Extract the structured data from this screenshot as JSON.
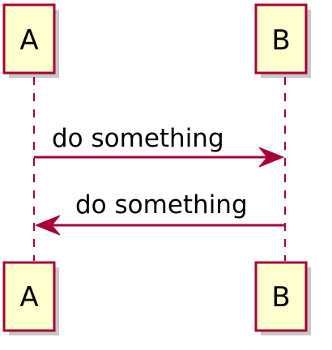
{
  "diagram": {
    "type": "sequence",
    "participants": [
      {
        "id": "A",
        "label": "A"
      },
      {
        "id": "B",
        "label": "B"
      }
    ],
    "messages": [
      {
        "from": "A",
        "to": "B",
        "label": "do something"
      },
      {
        "from": "B",
        "to": "A",
        "label": "do something"
      }
    ],
    "colors": {
      "participant_fill": "#FEFECE",
      "participant_border": "#A80036",
      "line": "#A80036",
      "text": "#000000"
    }
  }
}
